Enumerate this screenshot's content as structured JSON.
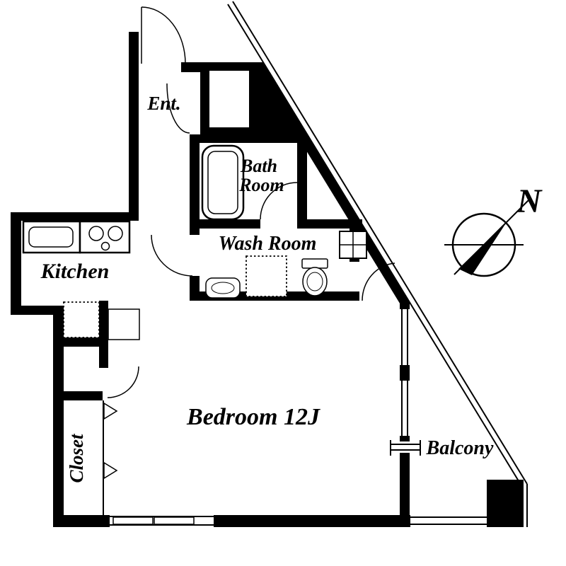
{
  "rooms": {
    "entrance": "Ent.",
    "bath_line1": "Bath",
    "bath_line2": "Room",
    "washroom": "Wash Room",
    "kitchen": "Kitchen",
    "bedroom": "Bedroom 12J",
    "closet": "Closet",
    "balcony": "Balcony"
  },
  "compass": {
    "north": "N"
  },
  "colors": {
    "wall": "#000000",
    "background": "#ffffff"
  }
}
